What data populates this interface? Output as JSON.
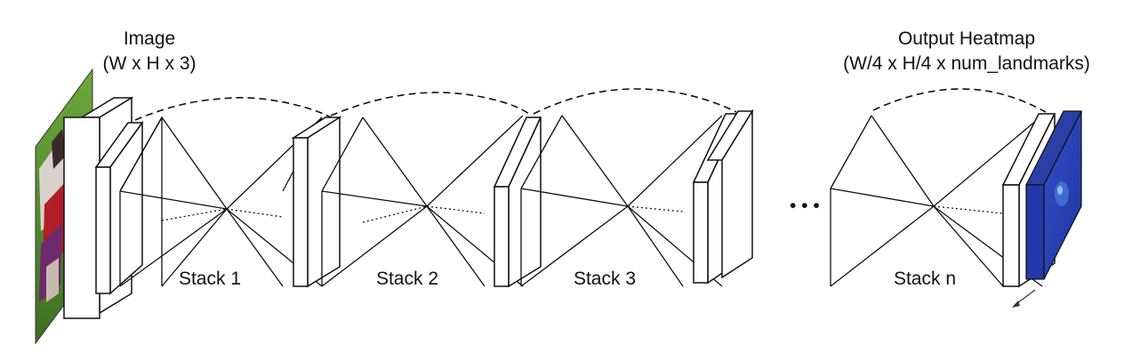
{
  "input_label": {
    "line1": "Image",
    "line2": "(W x H x 3)"
  },
  "output_label": {
    "line1": "Output Heatmap",
    "line2": "(W/4 x H/4 x num_landmarks)"
  },
  "stacks": [
    {
      "label": "Stack 1"
    },
    {
      "label": "Stack 2"
    },
    {
      "label": "Stack 3"
    },
    {
      "label": "Stack n"
    }
  ],
  "ellipsis": "• • •",
  "colors": {
    "input_grass": "#5a8f2e",
    "heatmap_blue": "#2b46b8",
    "heatmap_dark": "#1a2a80",
    "stroke": "#111111"
  }
}
